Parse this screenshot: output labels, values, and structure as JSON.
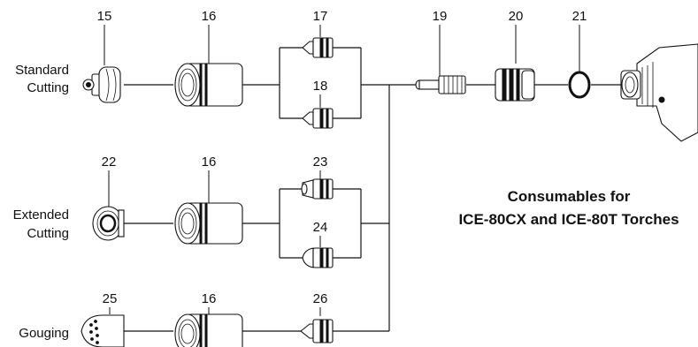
{
  "rows": {
    "standard": {
      "line1": "Standard",
      "line2": "Cutting"
    },
    "extended": {
      "line1": "Extended",
      "line2": "Cutting"
    },
    "gouging": {
      "label": "Gouging"
    }
  },
  "parts": {
    "p15": "15",
    "p16a": "16",
    "p17": "17",
    "p18": "18",
    "p19": "19",
    "p20": "20",
    "p21": "21",
    "p22": "22",
    "p16b": "16",
    "p23": "23",
    "p24": "24",
    "p25": "25",
    "p16c": "16",
    "p26": "26"
  },
  "title": {
    "line1": "Consumables for",
    "line2": "ICE-80CX and ICE-80T Torches"
  }
}
